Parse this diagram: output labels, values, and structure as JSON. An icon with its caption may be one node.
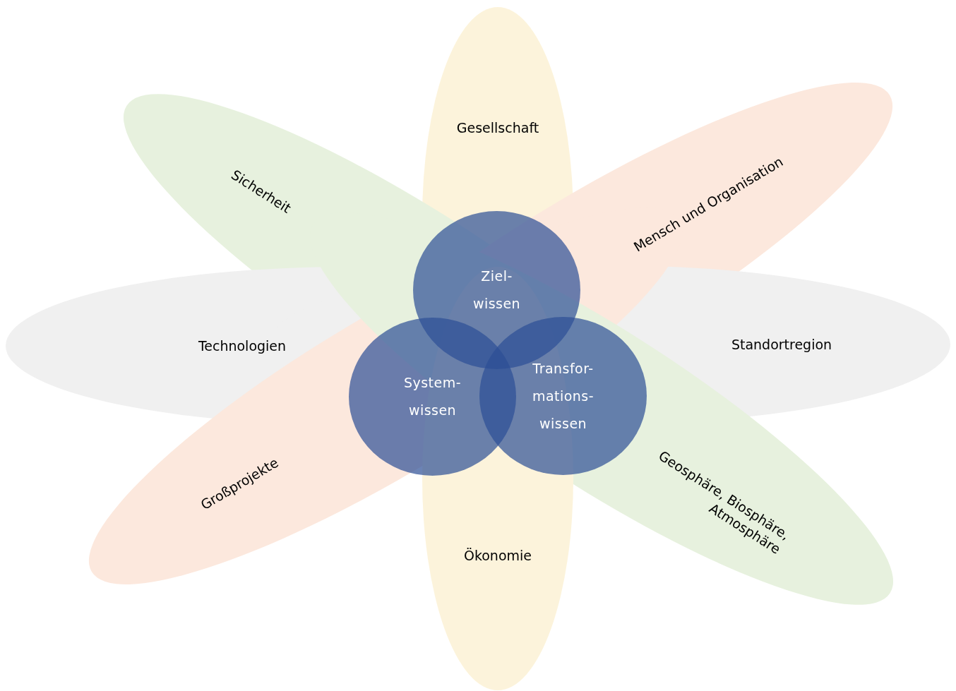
{
  "diagram": {
    "nodes": [
      {
        "text": [
          "Ziel- wissen"
        ]
      },
      {
        "text": [
          "System- wissen"
        ]
      },
      {
        "text": [
          "Transfor- mations- wissen"
        ]
      }
    ],
    "labels": [
      "Gesellschaft",
      "Sicherheit",
      "Mensch und Organisation",
      "Technologien",
      "Standortregion",
      "Großprojekte",
      "Geosphäre, Biosphäre, Atmosphäre",
      "Ökonomie"
    ]
  }
}
